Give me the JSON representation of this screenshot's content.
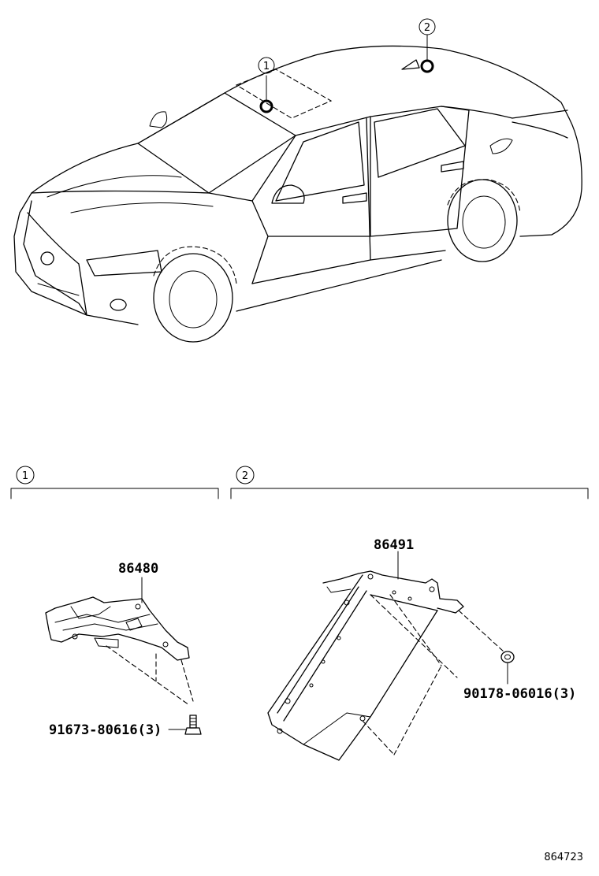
{
  "callouts": {
    "c1": "1",
    "c2": "2"
  },
  "sections": {
    "s1": "1",
    "s2": "2"
  },
  "parts": {
    "p86480": "86480",
    "p86491": "86491",
    "bolt": "91673-80616(3)",
    "nut": "90178-06016(3)"
  },
  "reference": "864723"
}
